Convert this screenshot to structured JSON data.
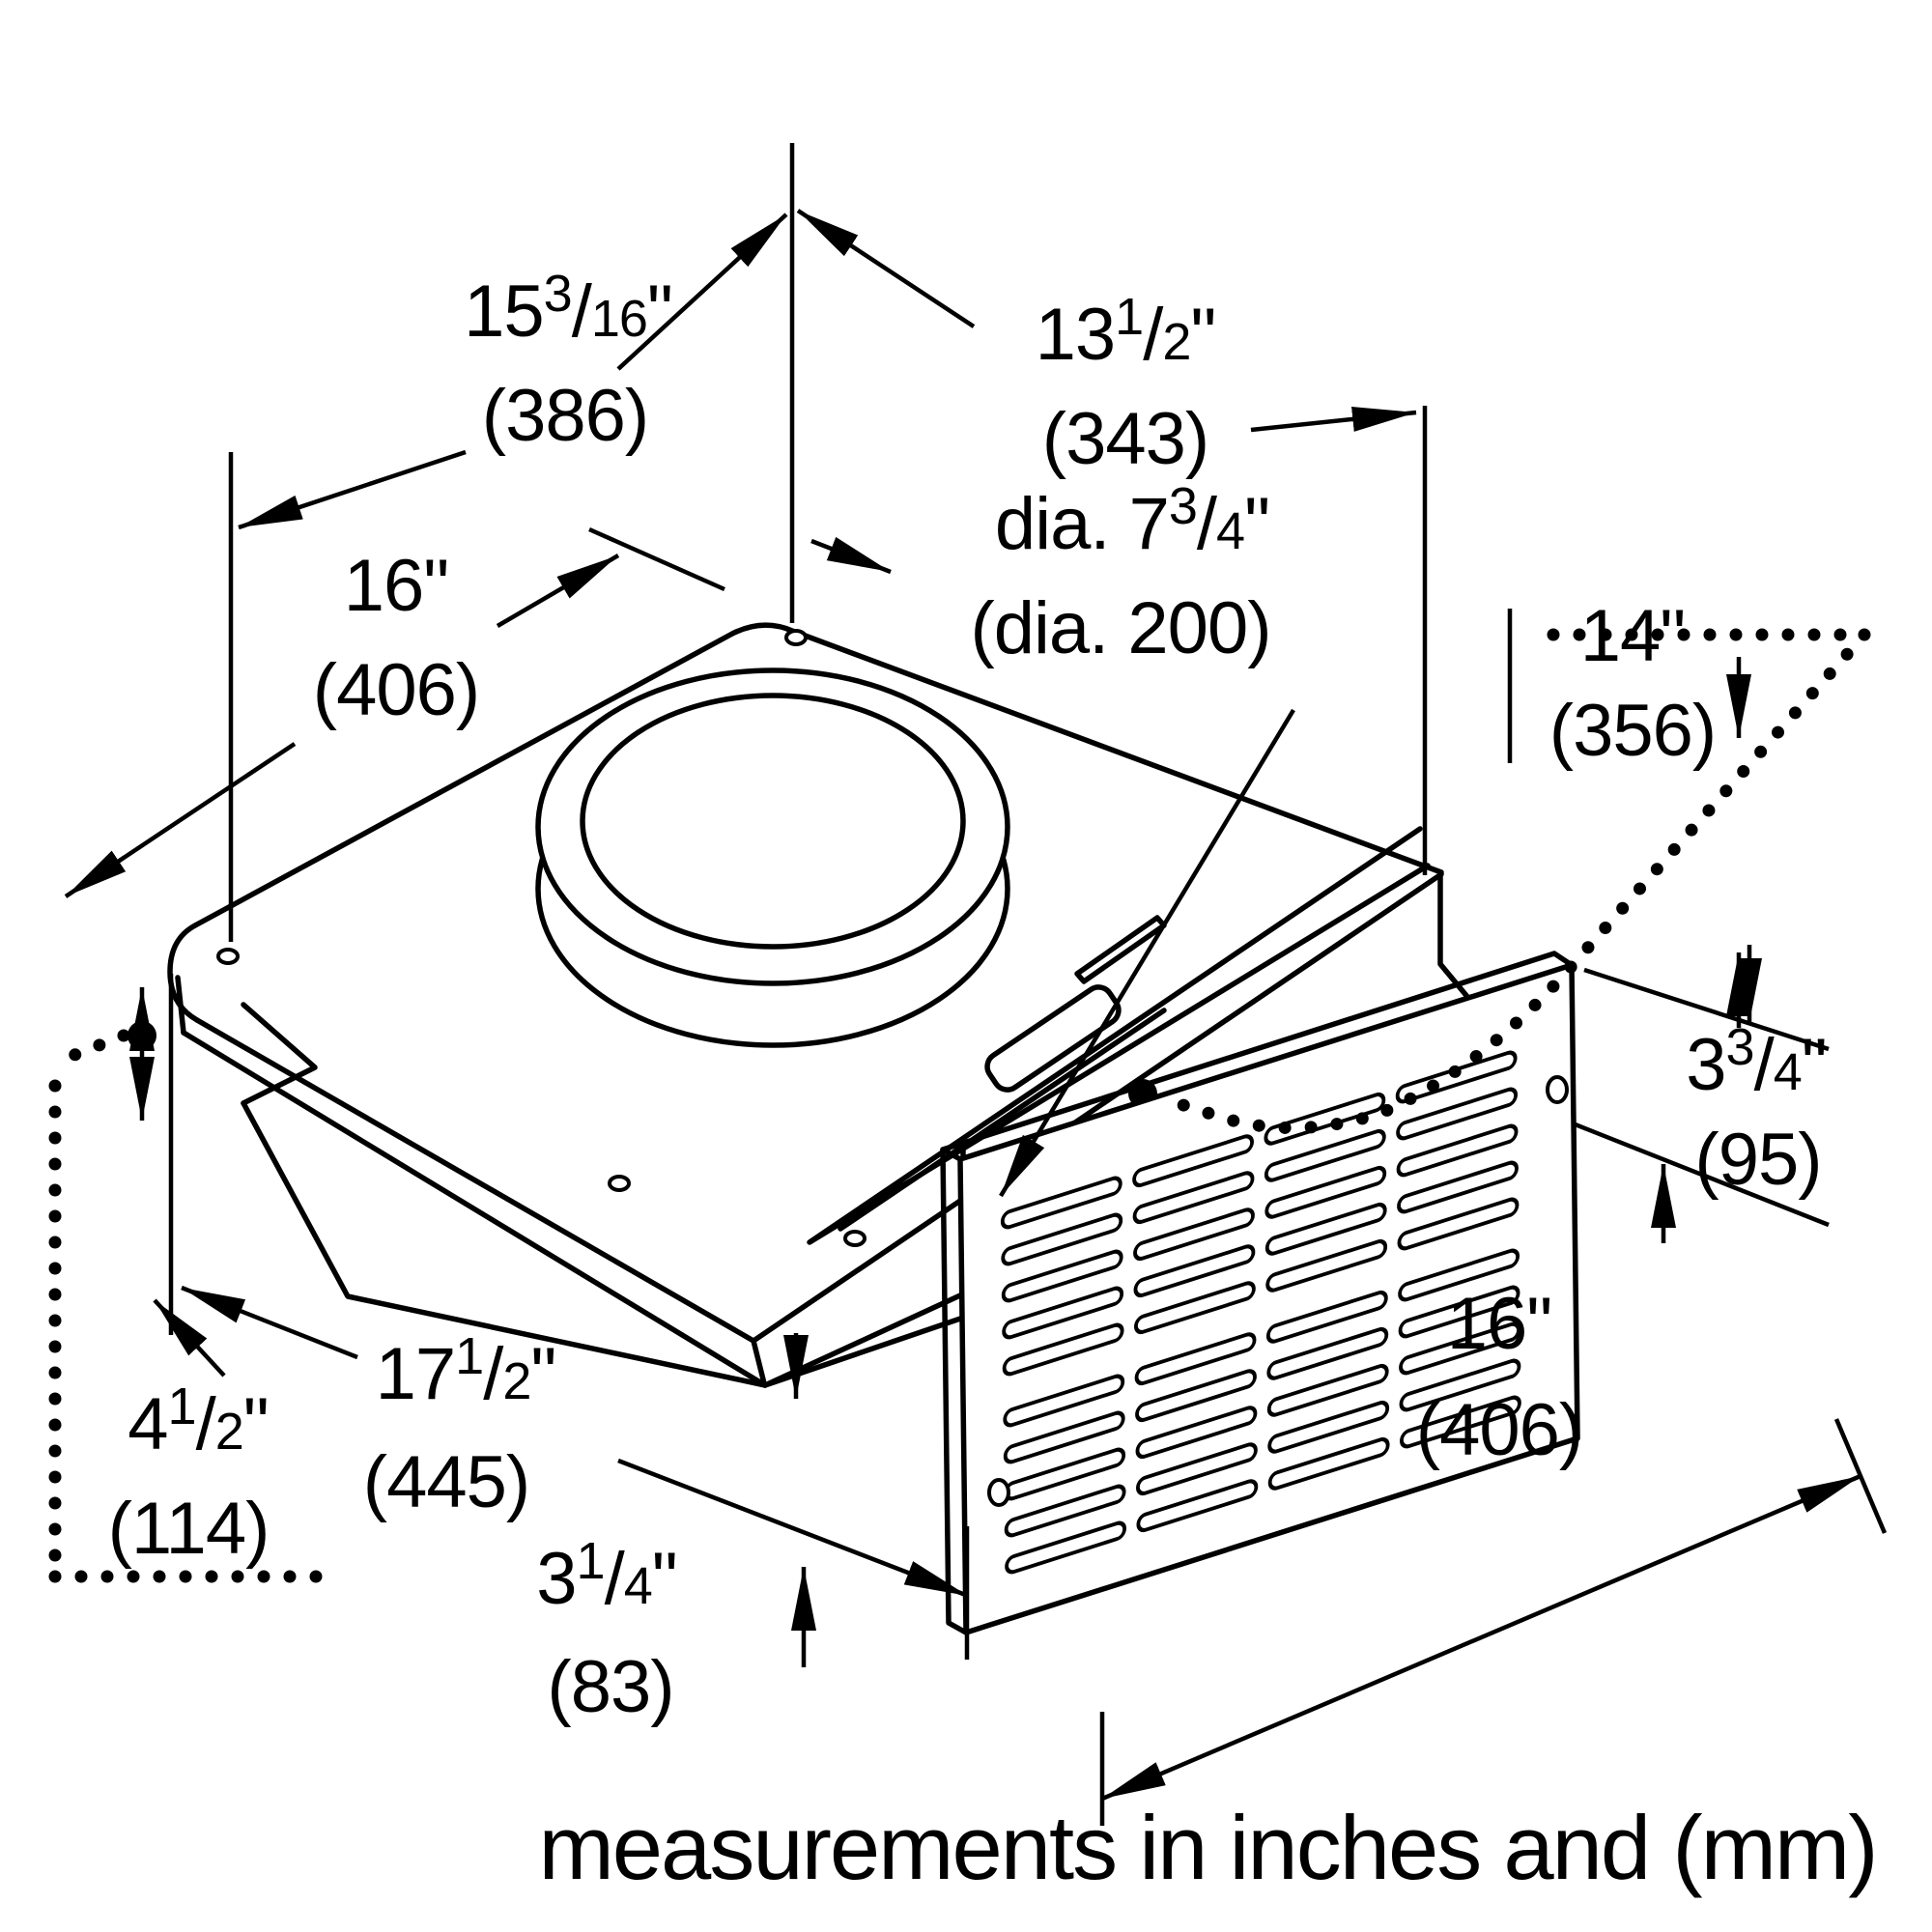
{
  "note": "measurements in inches and (mm)",
  "colors": {
    "line": "#000000",
    "background": "#ffffff"
  },
  "dims": {
    "d15": {
      "whole": "15",
      "slash": "/",
      "num": "3",
      "den": "16",
      "unit": "\"",
      "mm": "(386)"
    },
    "d13": {
      "whole": "13",
      "slash": "/",
      "num": "1",
      "den": "2",
      "unit": "\"",
      "mm": "(343)"
    },
    "dia": {
      "prefix": "dia. ",
      "whole": "7",
      "slash": "/",
      "num": "3",
      "den": "4",
      "unit": "\"",
      "mm": "(dia. 200)"
    },
    "d16t": {
      "whole": "16",
      "unit": "\"",
      "mm": "(406)"
    },
    "d14": {
      "whole": "14",
      "unit": "\"",
      "mm": "(356)"
    },
    "d334": {
      "whole": "3",
      "slash": "/",
      "num": "3",
      "den": "4",
      "unit": "\"",
      "mm": "(95)"
    },
    "d16b": {
      "whole": "16",
      "unit": "\"",
      "mm": "(406)"
    },
    "d175": {
      "whole": "17",
      "slash": "/",
      "num": "1",
      "den": "2",
      "unit": "\"",
      "mm": "(445)"
    },
    "d45": {
      "whole": "4",
      "slash": "/",
      "num": "1",
      "den": "2",
      "unit": "\"",
      "mm": "(114)"
    },
    "d314": {
      "whole": "3",
      "slash": "/",
      "num": "1",
      "den": "4",
      "unit": "\"",
      "mm": "(83)"
    }
  }
}
